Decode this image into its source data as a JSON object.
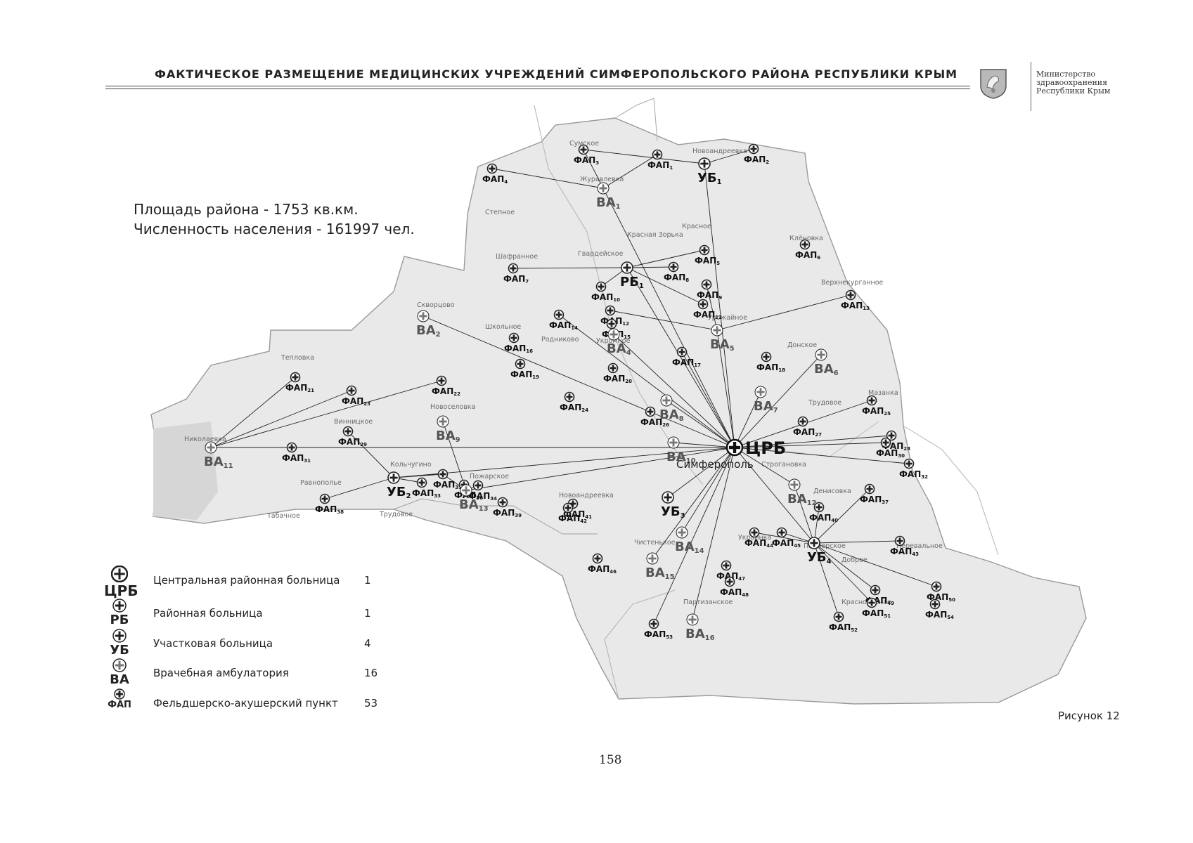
{
  "header": {
    "title": "ФАКТИЧЕСКОЕ РАЗМЕЩЕНИЕ МЕДИЦИНСКИХ УЧРЕЖДЕНИЙ СИМФЕРОПОЛЬСКОГО РАЙОНА РЕСПУБЛИКИ КРЫМ",
    "ministry_line1": "Министерство",
    "ministry_line2": "здравоохранения",
    "ministry_line3": "Республики Крым"
  },
  "stats": {
    "area": "Площадь района - 1753 кв.км.",
    "population": "Численность населения - 161997 чел."
  },
  "legend": [
    {
      "abbr": "ЦРБ",
      "label": "Центральная районная больница",
      "count": "1"
    },
    {
      "abbr": "РБ",
      "label": "Районная больница",
      "count": "1"
    },
    {
      "abbr": "УБ",
      "label": "Участковая больница",
      "count": "4"
    },
    {
      "abbr": "ВА",
      "label": "Врачебная амбулатория",
      "count": "16"
    },
    {
      "abbr": "ФАП",
      "label": "Фельдшерско-акушерский пункт",
      "count": "53"
    }
  ],
  "caption": "Рисунок 12",
  "page_number": "158",
  "map": {
    "hub_label": "ЦРБ",
    "hub_city": "Симферополь",
    "places": [
      "Сумское",
      "Новоандреевка",
      "Журавлевка",
      "Степное",
      "Красная Зорька",
      "Красное",
      "Гвардейское",
      "Клёновка",
      "Шафранное",
      "Скворцово",
      "Школьное",
      "Родниково",
      "Укромное",
      "Урожайное",
      "Верхнекурганное",
      "Донское",
      "Тепловка",
      "Новоселовка",
      "Винницкое",
      "Николаевка",
      "Трудовое",
      "Мазанка",
      "Кольчугино",
      "Пожарское",
      "Равнополье",
      "Строгановка",
      "Денисовка",
      "Новоандреевка",
      "Перевальное",
      "Краснолесное",
      "Партизанское",
      "Чистенькое",
      "Украинка",
      "Пионерское",
      "Доброе",
      "Табачное",
      "Трудовое"
    ],
    "facilities": [
      {
        "label": "ФАП",
        "sub": "1"
      },
      {
        "label": "ФАП",
        "sub": "2"
      },
      {
        "label": "ФАП",
        "sub": "3"
      },
      {
        "label": "ФАП",
        "sub": "4"
      },
      {
        "label": "УБ",
        "sub": "1"
      },
      {
        "label": "ВА",
        "sub": "1"
      },
      {
        "label": "ФАП",
        "sub": "5"
      },
      {
        "label": "ФАП",
        "sub": "6"
      },
      {
        "label": "ФАП",
        "sub": "7"
      },
      {
        "label": "РБ",
        "sub": "1"
      },
      {
        "label": "ФАП",
        "sub": "8"
      },
      {
        "label": "ФАП",
        "sub": "9"
      },
      {
        "label": "ФАП",
        "sub": "10"
      },
      {
        "label": "ФАП",
        "sub": "11"
      },
      {
        "label": "ФАП",
        "sub": "12"
      },
      {
        "label": "ФАП",
        "sub": "13"
      },
      {
        "label": "ФАП",
        "sub": "14"
      },
      {
        "label": "ФАП",
        "sub": "15"
      },
      {
        "label": "ВА",
        "sub": "2"
      },
      {
        "label": "ВА",
        "sub": "4"
      },
      {
        "label": "ВА",
        "sub": "5"
      },
      {
        "label": "ФАП",
        "sub": "16"
      },
      {
        "label": "ФАП",
        "sub": "17"
      },
      {
        "label": "ФАП",
        "sub": "18"
      },
      {
        "label": "ВА",
        "sub": "6"
      },
      {
        "label": "ФАП",
        "sub": "19"
      },
      {
        "label": "ФАП",
        "sub": "20"
      },
      {
        "label": "ФАП",
        "sub": "21"
      },
      {
        "label": "ФАП",
        "sub": "22"
      },
      {
        "label": "ФАП",
        "sub": "23"
      },
      {
        "label": "ФАП",
        "sub": "24"
      },
      {
        "label": "ВА",
        "sub": "8"
      },
      {
        "label": "ВА",
        "sub": "7"
      },
      {
        "label": "ФАП",
        "sub": "25"
      },
      {
        "label": "ФАП",
        "sub": "26"
      },
      {
        "label": "ФАП",
        "sub": "27"
      },
      {
        "label": "ФАП",
        "sub": "28"
      },
      {
        "label": "ВА",
        "sub": "9"
      },
      {
        "label": "ФАП",
        "sub": "29"
      },
      {
        "label": "ФАП",
        "sub": "30"
      },
      {
        "label": "ВА",
        "sub": "10"
      },
      {
        "label": "ВА",
        "sub": "11"
      },
      {
        "label": "ФАП",
        "sub": "31"
      },
      {
        "label": "ФАП",
        "sub": "32"
      },
      {
        "label": "ФАП",
        "sub": "35"
      },
      {
        "label": "УБ",
        "sub": "2"
      },
      {
        "label": "ФАП",
        "sub": "33"
      },
      {
        "label": "ФАП",
        "sub": "34"
      },
      {
        "label": "ФАП",
        "sub": "36"
      },
      {
        "label": "ВА",
        "sub": "13"
      },
      {
        "label": "ФАП",
        "sub": "38"
      },
      {
        "label": "ФАП",
        "sub": "39"
      },
      {
        "label": "ФАП",
        "sub": "37"
      },
      {
        "label": "ВА",
        "sub": "12"
      },
      {
        "label": "ФАП",
        "sub": "40"
      },
      {
        "label": "ФАП",
        "sub": "41"
      },
      {
        "label": "УБ",
        "sub": "3"
      },
      {
        "label": "ФАП",
        "sub": "42"
      },
      {
        "label": "ВА",
        "sub": "14"
      },
      {
        "label": "ФАП",
        "sub": "43"
      },
      {
        "label": "ФАП",
        "sub": "44"
      },
      {
        "label": "ФАП",
        "sub": "45"
      },
      {
        "label": "УБ",
        "sub": "4"
      },
      {
        "label": "ФАП",
        "sub": "46"
      },
      {
        "label": "ВА",
        "sub": "15"
      },
      {
        "label": "ФАП",
        "sub": "47"
      },
      {
        "label": "ФАП",
        "sub": "48"
      },
      {
        "label": "ФАП",
        "sub": "49"
      },
      {
        "label": "ФАП",
        "sub": "50"
      },
      {
        "label": "ФАП",
        "sub": "51"
      },
      {
        "label": "ФАП",
        "sub": "52"
      },
      {
        "label": "ВА",
        "sub": "16"
      },
      {
        "label": "ФАП",
        "sub": "53"
      },
      {
        "label": "ФАП",
        "sub": "54"
      }
    ]
  },
  "colors": {
    "ink": "#1a1a1a",
    "map_fill": "#e6e6e6",
    "map_edge": "#9a9a9a",
    "link": "#222222"
  }
}
